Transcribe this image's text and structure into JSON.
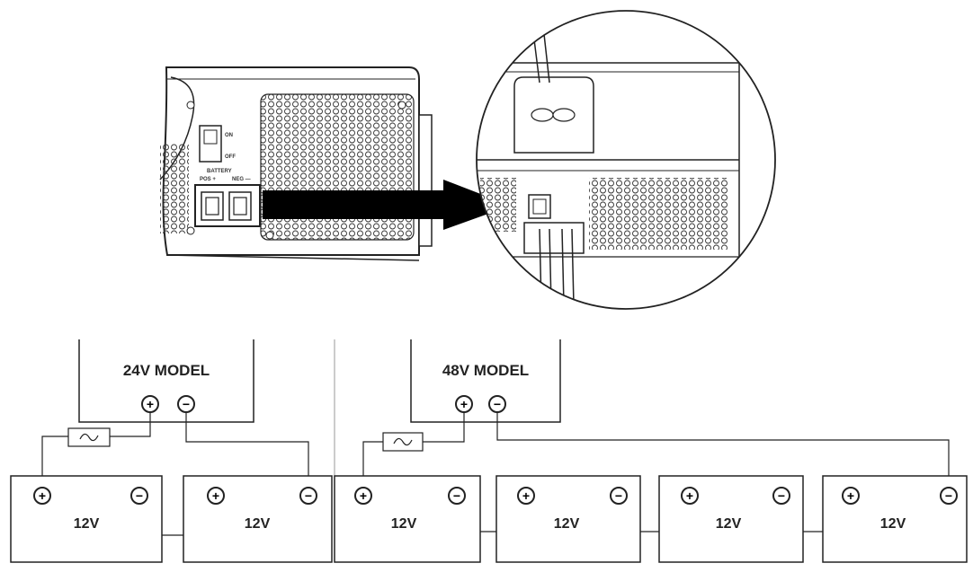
{
  "device": {
    "switch_on": "ON",
    "switch_off": "OFF",
    "battery": "BATTERY",
    "pos": "POS +",
    "neg": "NEG —"
  },
  "diagram_24v": {
    "model_label": "24V MODEL",
    "batteries": [
      "12V",
      "12V"
    ]
  },
  "diagram_48v": {
    "model_label": "48V MODEL",
    "batteries": [
      "12V",
      "12V",
      "12V",
      "12V"
    ]
  },
  "symbols": {
    "plus": "+",
    "minus": "−"
  },
  "icons": [
    "fuse-icon",
    "plus-terminal-icon",
    "minus-terminal-icon",
    "arrow-icon",
    "magnifier-icon"
  ]
}
